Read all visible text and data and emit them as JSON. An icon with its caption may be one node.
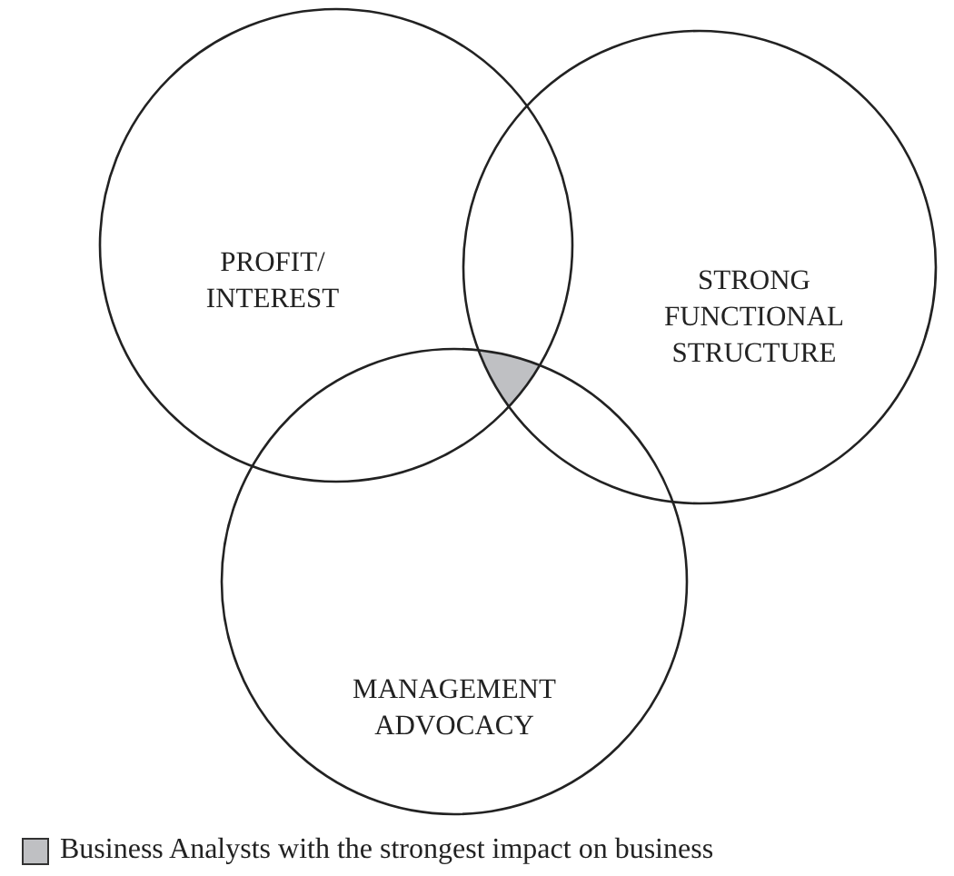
{
  "diagram": {
    "nodes": [
      {
        "text": [
          "PROFIT/ INTEREST"
        ]
      },
      {
        "text": [
          "STRONG FUNCTIONAL STRUCTURE"
        ]
      },
      {
        "text": [
          "MANAGEMENT ADVOCACY"
        ]
      }
    ],
    "legend": [
      {
        "text": "Business Analysts with the strongest impact on business",
        "color": "#bfc0c3"
      }
    ]
  }
}
